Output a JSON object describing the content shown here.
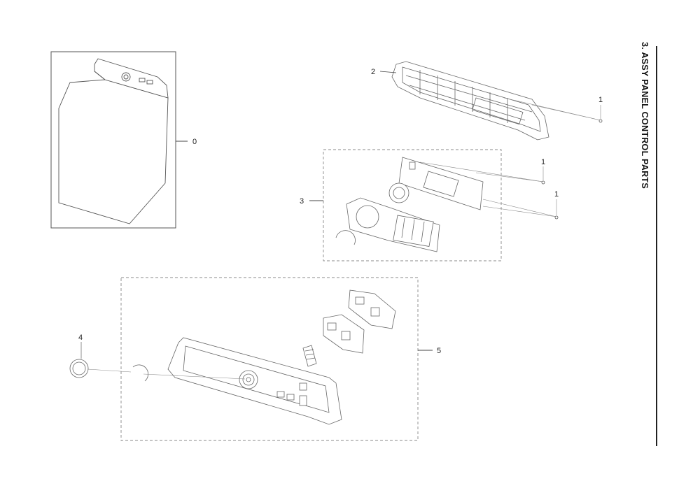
{
  "section_title": "3. ASSY PANEL CONTROL PARTS",
  "callouts": {
    "c0": "0",
    "c1a": "1",
    "c1b": "1",
    "c1c": "1",
    "c2": "2",
    "c3": "3",
    "c4": "4",
    "c5": "5"
  },
  "colors": {
    "line": "#555555",
    "dash": "#888888",
    "text": "#222222"
  }
}
